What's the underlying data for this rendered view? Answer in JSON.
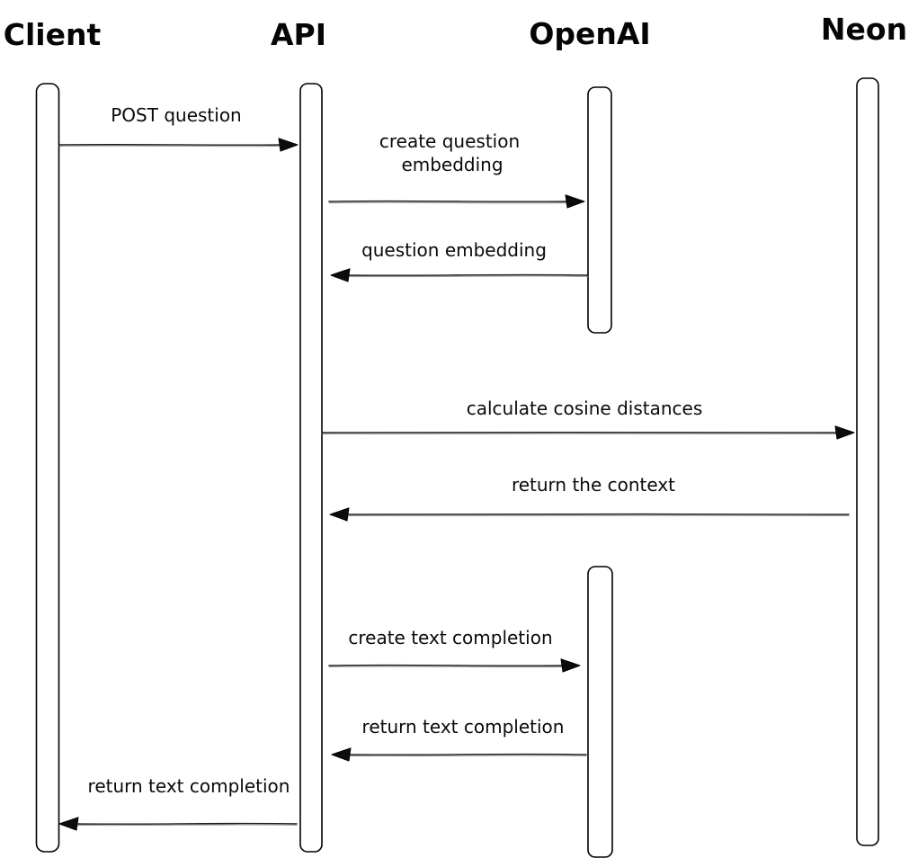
{
  "diagram": {
    "type": "sequence",
    "background": "#ffffff",
    "stroke_color": "#000000",
    "participants": [
      {
        "name": "Client"
      },
      {
        "name": "API"
      },
      {
        "name": "OpenAI"
      },
      {
        "name": "Neon"
      }
    ],
    "messages": [
      {
        "from": "Client",
        "to": "API",
        "label": "POST question"
      },
      {
        "from": "API",
        "to": "OpenAI",
        "label": "create question embedding",
        "label_lines": [
          "create question",
          "embedding"
        ]
      },
      {
        "from": "OpenAI",
        "to": "API",
        "label": "question embedding"
      },
      {
        "from": "API",
        "to": "Neon",
        "label": "calculate cosine distances"
      },
      {
        "from": "Neon",
        "to": "API",
        "label": "return the context"
      },
      {
        "from": "API",
        "to": "OpenAI",
        "label": "create text completion"
      },
      {
        "from": "OpenAI",
        "to": "API",
        "label": "return text completion"
      },
      {
        "from": "API",
        "to": "Client",
        "label": "return text completion"
      }
    ]
  }
}
